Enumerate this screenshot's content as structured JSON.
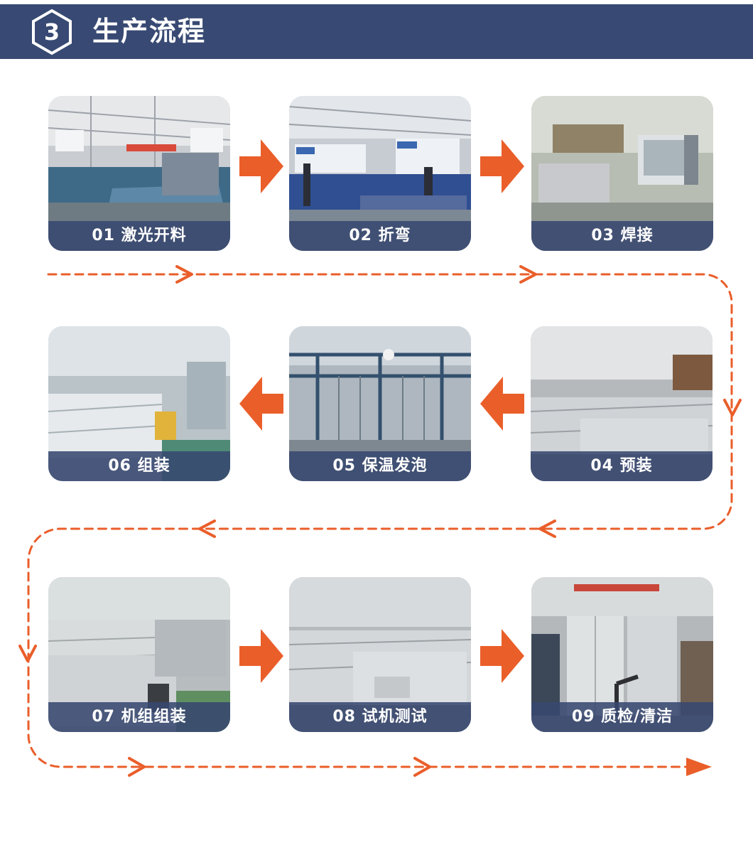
{
  "header": {
    "step_number": "3",
    "title": "生产流程"
  },
  "colors": {
    "header_bg": "#384a73",
    "accent_orange": "#ea5e2a",
    "caption_bg": "#384870"
  },
  "steps": [
    {
      "label": "01 激光开料",
      "icon": "laser-cutting-photo"
    },
    {
      "label": "02 折弯",
      "icon": "bending-photo"
    },
    {
      "label": "03 焊接",
      "icon": "welding-photo"
    },
    {
      "label": "04 预装",
      "icon": "pre-assembly-photo"
    },
    {
      "label": "05 保温发泡",
      "icon": "insulation-foaming-photo"
    },
    {
      "label": "06 组装",
      "icon": "assembly-photo"
    },
    {
      "label": "07 机组组装",
      "icon": "unit-assembly-photo"
    },
    {
      "label": "08 试机测试",
      "icon": "trial-testing-photo"
    },
    {
      "label": "09 质检/清洁",
      "icon": "inspection-cleaning-photo"
    }
  ]
}
